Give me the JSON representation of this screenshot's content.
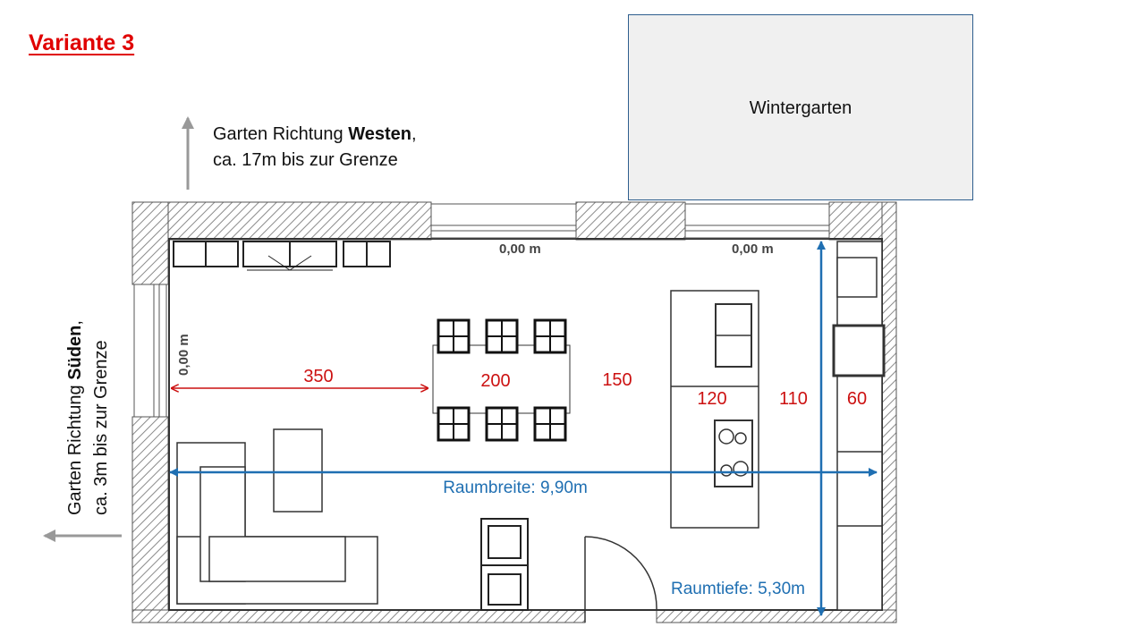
{
  "title": "Variante 3",
  "colors": {
    "accent_red": "#e00000",
    "dimension_red": "#cc1111",
    "dimension_blue": "#1f6fb2",
    "wall_gray": "#999999"
  },
  "west_note": {
    "prefix": "Garten Richtung ",
    "bold": "Westen",
    "suffix": ",",
    "line2": "ca. 17m bis zur Grenze"
  },
  "south_note": {
    "prefix": "Garten Richtung ",
    "bold": "Süden",
    "suffix": ",",
    "line2": "ca. 3m bis zur Grenze"
  },
  "wintergarten": {
    "label": "Wintergarten"
  },
  "plan": {
    "elevation_labels": [
      "0,00 m",
      "0,00 m",
      "0,00 m"
    ],
    "dimensions": {
      "d1": "350",
      "d2": "200",
      "d3": "150",
      "d4": "120",
      "d5": "110",
      "d6": "60"
    },
    "room_width": "Raumbreite: 9,90m",
    "room_depth": "Raumtiefe: 5,30m"
  }
}
